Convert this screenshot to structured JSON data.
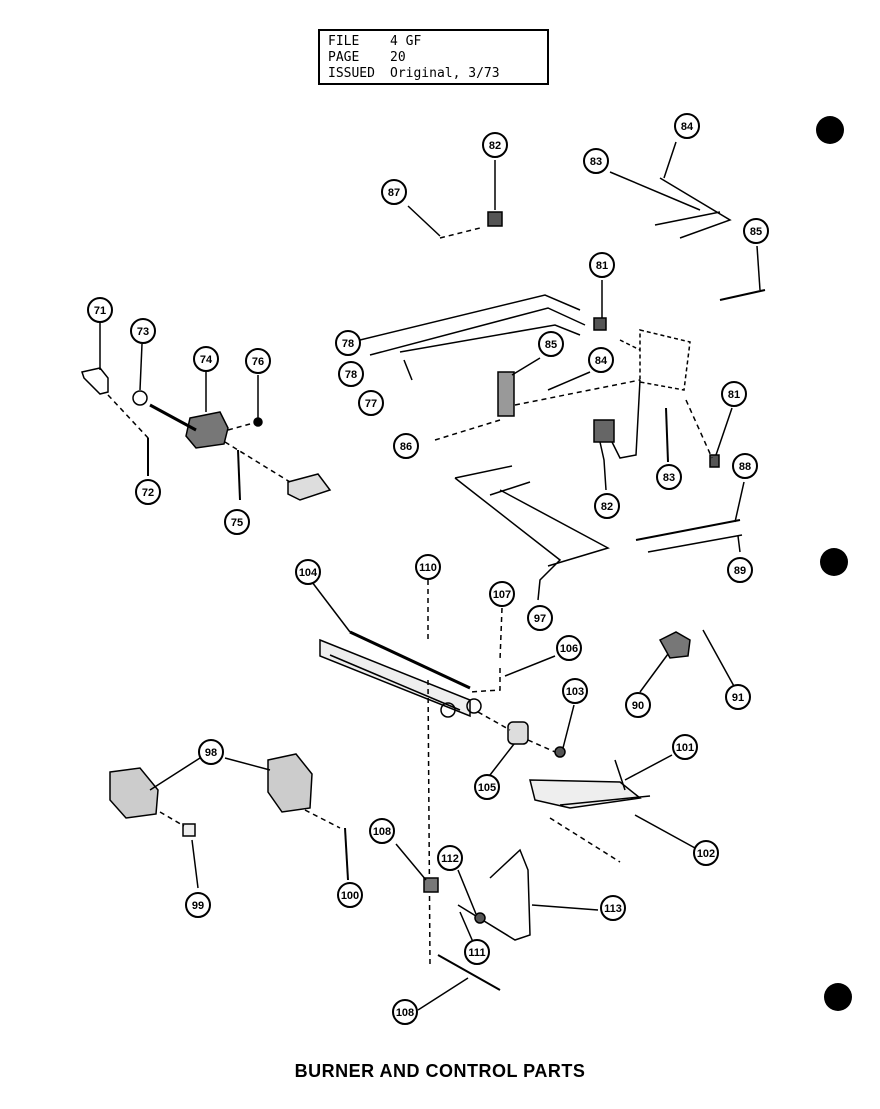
{
  "header": {
    "file_label": "FILE",
    "file_value": "4 GF",
    "page_label": "PAGE",
    "page_value": "20",
    "issued_label": "ISSUED",
    "issued_value": "Original, 3/73"
  },
  "caption": "BURNER AND CONTROL PARTS",
  "callouts": {
    "c71": "71",
    "c72": "72",
    "c73": "73",
    "c74": "74",
    "c75": "75",
    "c76": "76",
    "c77": "77",
    "c78a": "78",
    "c78b": "78",
    "c81a": "81",
    "c81b": "81",
    "c82a": "82",
    "c82b": "82",
    "c83a": "83",
    "c83b": "83",
    "c84a": "84",
    "c84b": "84",
    "c85a": "85",
    "c85b": "85",
    "c86": "86",
    "c87": "87",
    "c88": "88",
    "c89": "89",
    "c90": "90",
    "c91": "91",
    "c97": "97",
    "c98": "98",
    "c99": "99",
    "c100": "100",
    "c101": "101",
    "c102": "102",
    "c103": "103",
    "c104": "104",
    "c105": "105",
    "c106": "106",
    "c107": "107",
    "c108a": "108",
    "c108b": "108",
    "c110": "110",
    "c111": "111",
    "c112": "112",
    "c113": "113"
  }
}
